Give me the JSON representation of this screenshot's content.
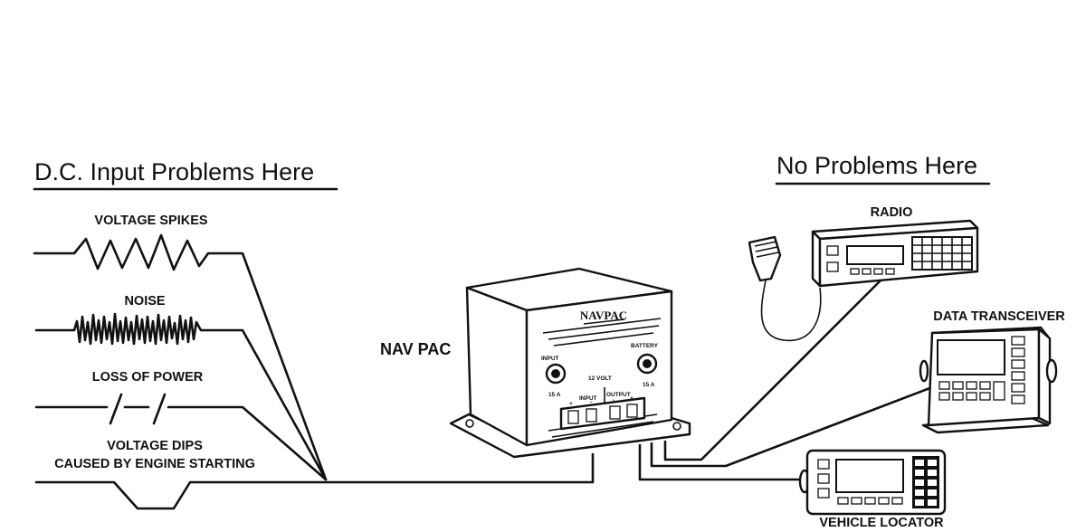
{
  "headings": {
    "input_problems": "D.C. Input Problems Here",
    "no_problems": "No Problems Here"
  },
  "problems": {
    "spikes": "VOLTAGE SPIKES",
    "noise": "NOISE",
    "loss": "LOSS OF POWER",
    "dips_line1": "VOLTAGE DIPS",
    "dips_line2": "CAUSED BY ENGINE STARTING"
  },
  "unit": {
    "callout": "NAV PAC",
    "brand": "NAVPAC",
    "input_label": "INPUT",
    "input_amps": "15 A",
    "battery_label": "BATTERY",
    "battery_amps": "15 A",
    "voltage": "12 VOLT",
    "terminal_input": "INPUT",
    "terminal_output": "OUTPUT",
    "plus": "+",
    "minus": "-"
  },
  "devices": {
    "radio": "RADIO",
    "transceiver": "DATA TRANSCEIVER",
    "locator": "VEHICLE LOCATOR"
  }
}
